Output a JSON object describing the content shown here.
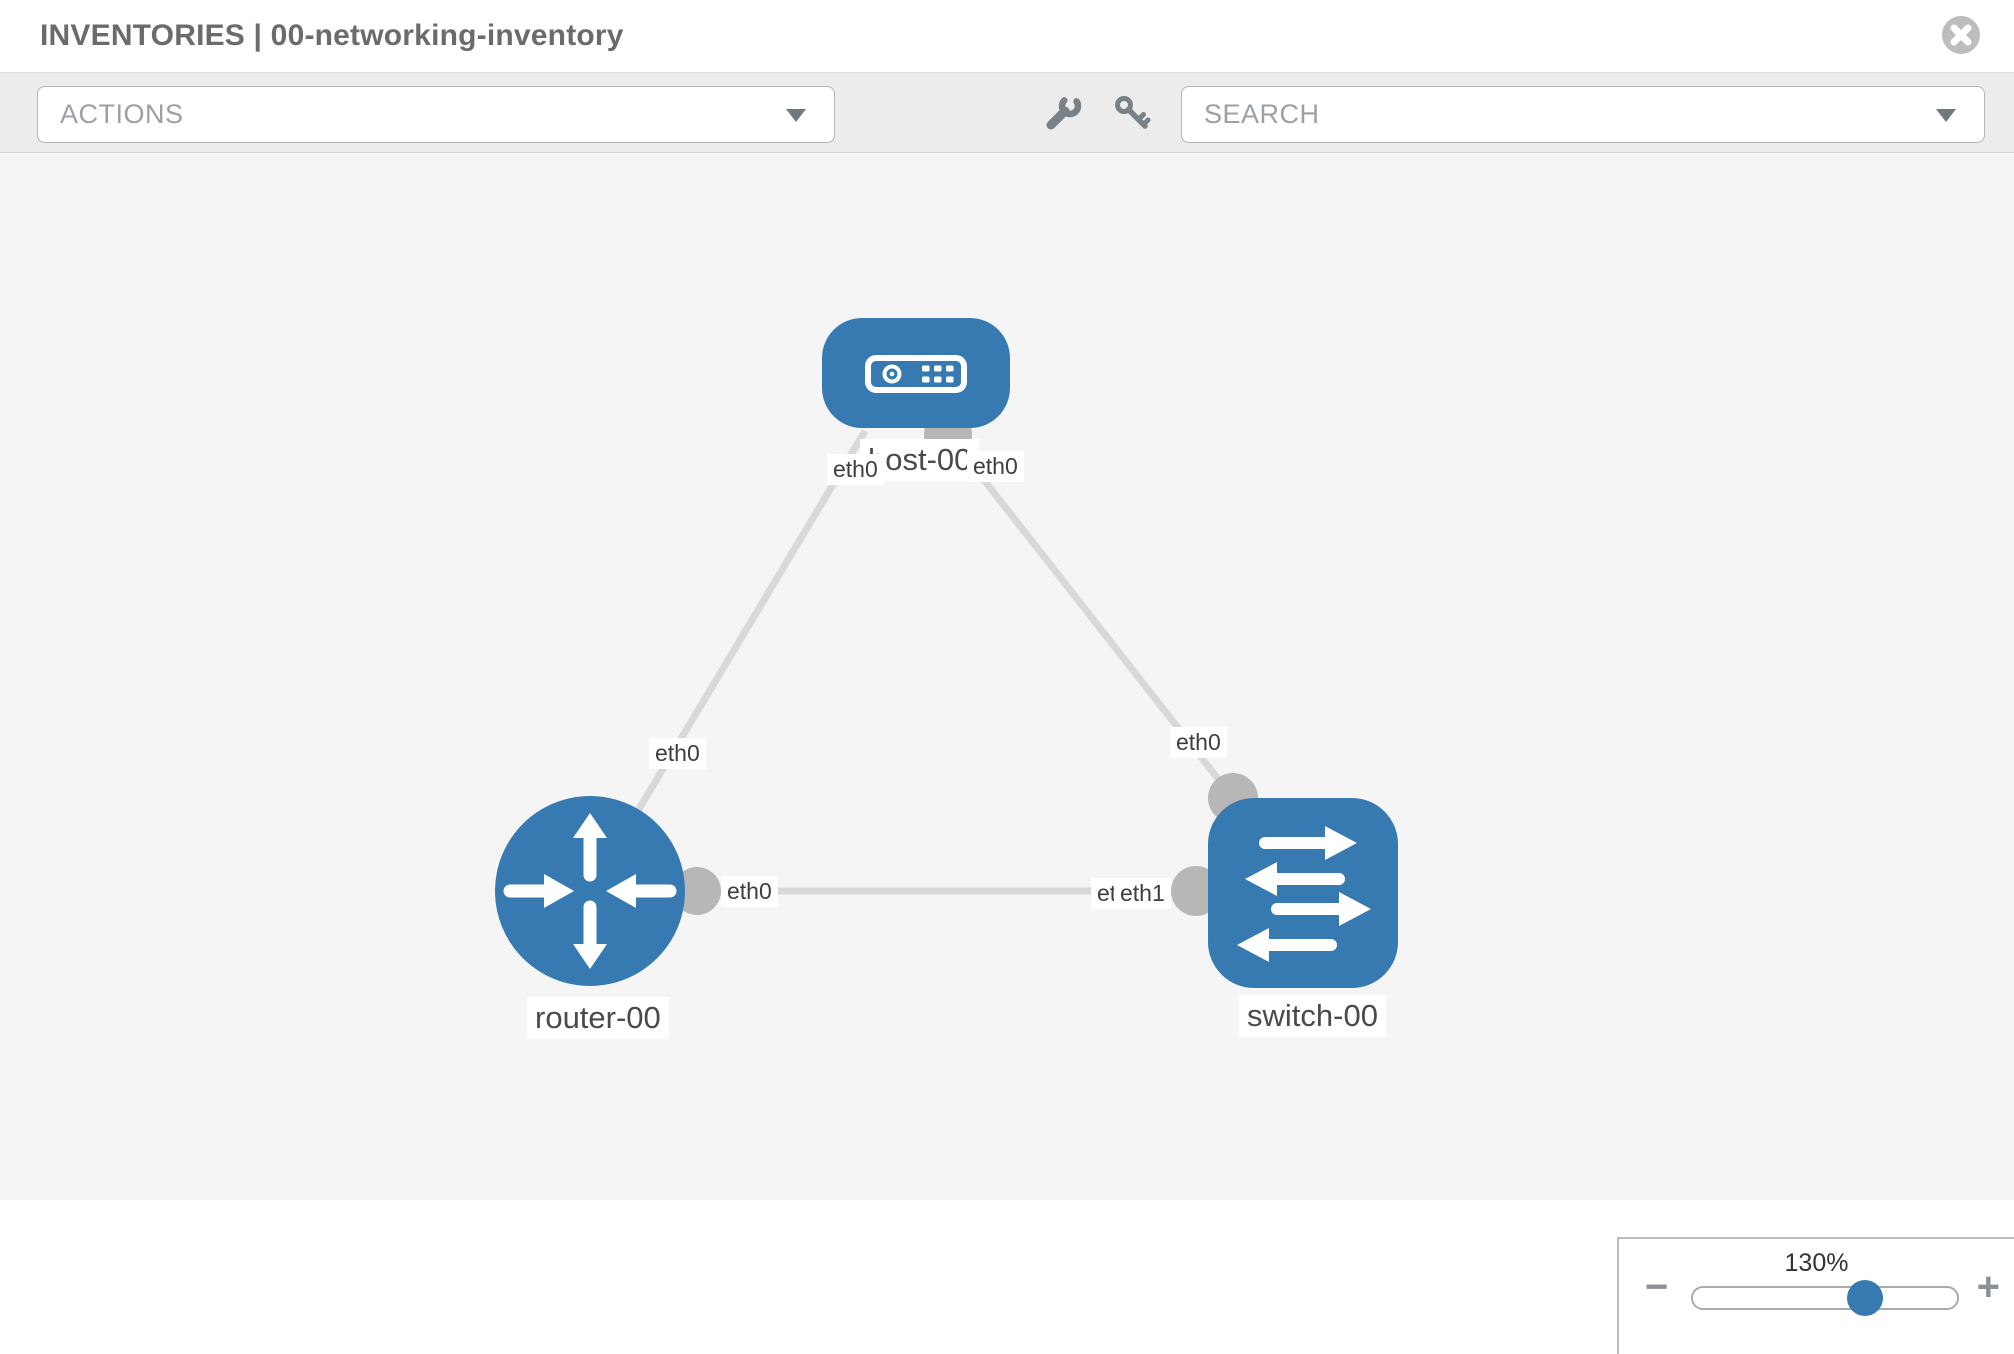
{
  "header": {
    "title": "INVENTORIES | 00-networking-inventory"
  },
  "toolbar": {
    "actions_label": "ACTIONS",
    "search_label": "SEARCH",
    "icons": [
      "wrench-icon",
      "key-icon"
    ]
  },
  "colors": {
    "node_blue": "#377ab2",
    "link_gray": "#d8d8d8",
    "port_gray": "#b7b7b7",
    "toolbar_icon_gray": "#788088",
    "canvas_bg": "#f5f5f6"
  },
  "topology": {
    "nodes": [
      {
        "label": "host-00",
        "type": "host",
        "shape": "rounded-rect"
      },
      {
        "label": "router-00",
        "type": "router",
        "shape": "circle"
      },
      {
        "label": "switch-00",
        "type": "switch",
        "shape": "rounded-square"
      }
    ],
    "links": [
      {
        "from": "host-00",
        "to": "router-00"
      },
      {
        "from": "host-00",
        "to": "switch-00"
      },
      {
        "from": "router-00",
        "to": "switch-00"
      }
    ],
    "interface_chips": [
      {
        "text": "eth0",
        "at": "host-left"
      },
      {
        "text": "eth0",
        "at": "host-right"
      },
      {
        "text": "eth0",
        "at": "host-router-link"
      },
      {
        "text": "eth0",
        "at": "host-switch-link"
      },
      {
        "text": "eth0",
        "at": "router-switch-link-router-side"
      },
      {
        "text": "eth0",
        "at": "router-switch-link-switch-side-under"
      },
      {
        "text": "eth1",
        "at": "router-switch-link-switch-side"
      }
    ]
  },
  "zoom_control": {
    "percent": "130%",
    "minus": "−",
    "plus": "+"
  }
}
